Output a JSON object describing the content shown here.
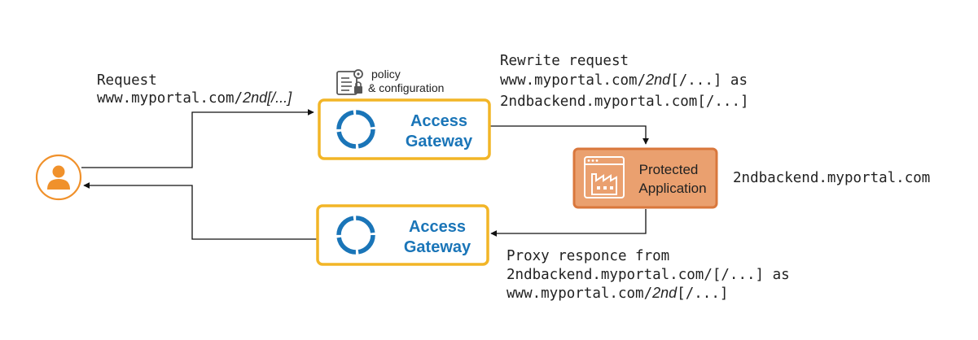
{
  "colors": {
    "gateway_border": "#f2b527",
    "gateway_ring": "#1a75b8",
    "gateway_text": "#1a75b8",
    "app_fill": "#eaa06f",
    "app_border": "#d9773c",
    "user_icon": "#f0912b",
    "arrow": "#111111"
  },
  "policy": {
    "line1": "policy",
    "line2": "& configuration",
    "icon": "policy-document-gear-icon"
  },
  "request": {
    "line1": "Request",
    "line2_plain": "www.myportal.com/",
    "line2_italic": "2nd[/...]"
  },
  "rewrite": {
    "line1": "Rewrite request",
    "line2_plain": "www.myportal.com/",
    "line2_italic": "2nd",
    "line2_rest": "[/...] as",
    "line3": "2ndbackend.myportal.com[/...]"
  },
  "gateway_top": {
    "line1": "Access",
    "line2": "Gateway"
  },
  "gateway_bottom": {
    "line1": "Access",
    "line2": "Gateway"
  },
  "app": {
    "line1": "Protected",
    "line2": "Application",
    "icon": "factory-window-icon"
  },
  "backend_host": "2ndbackend.myportal.com",
  "proxy": {
    "line1": "Proxy responce from",
    "line2": "2ndbackend.myportal.com/[/...] as",
    "line3_plain": "www.myportal.com/",
    "line3_italic": "2nd",
    "line3_rest": "[/...]"
  },
  "user": {
    "icon": "user-icon"
  }
}
